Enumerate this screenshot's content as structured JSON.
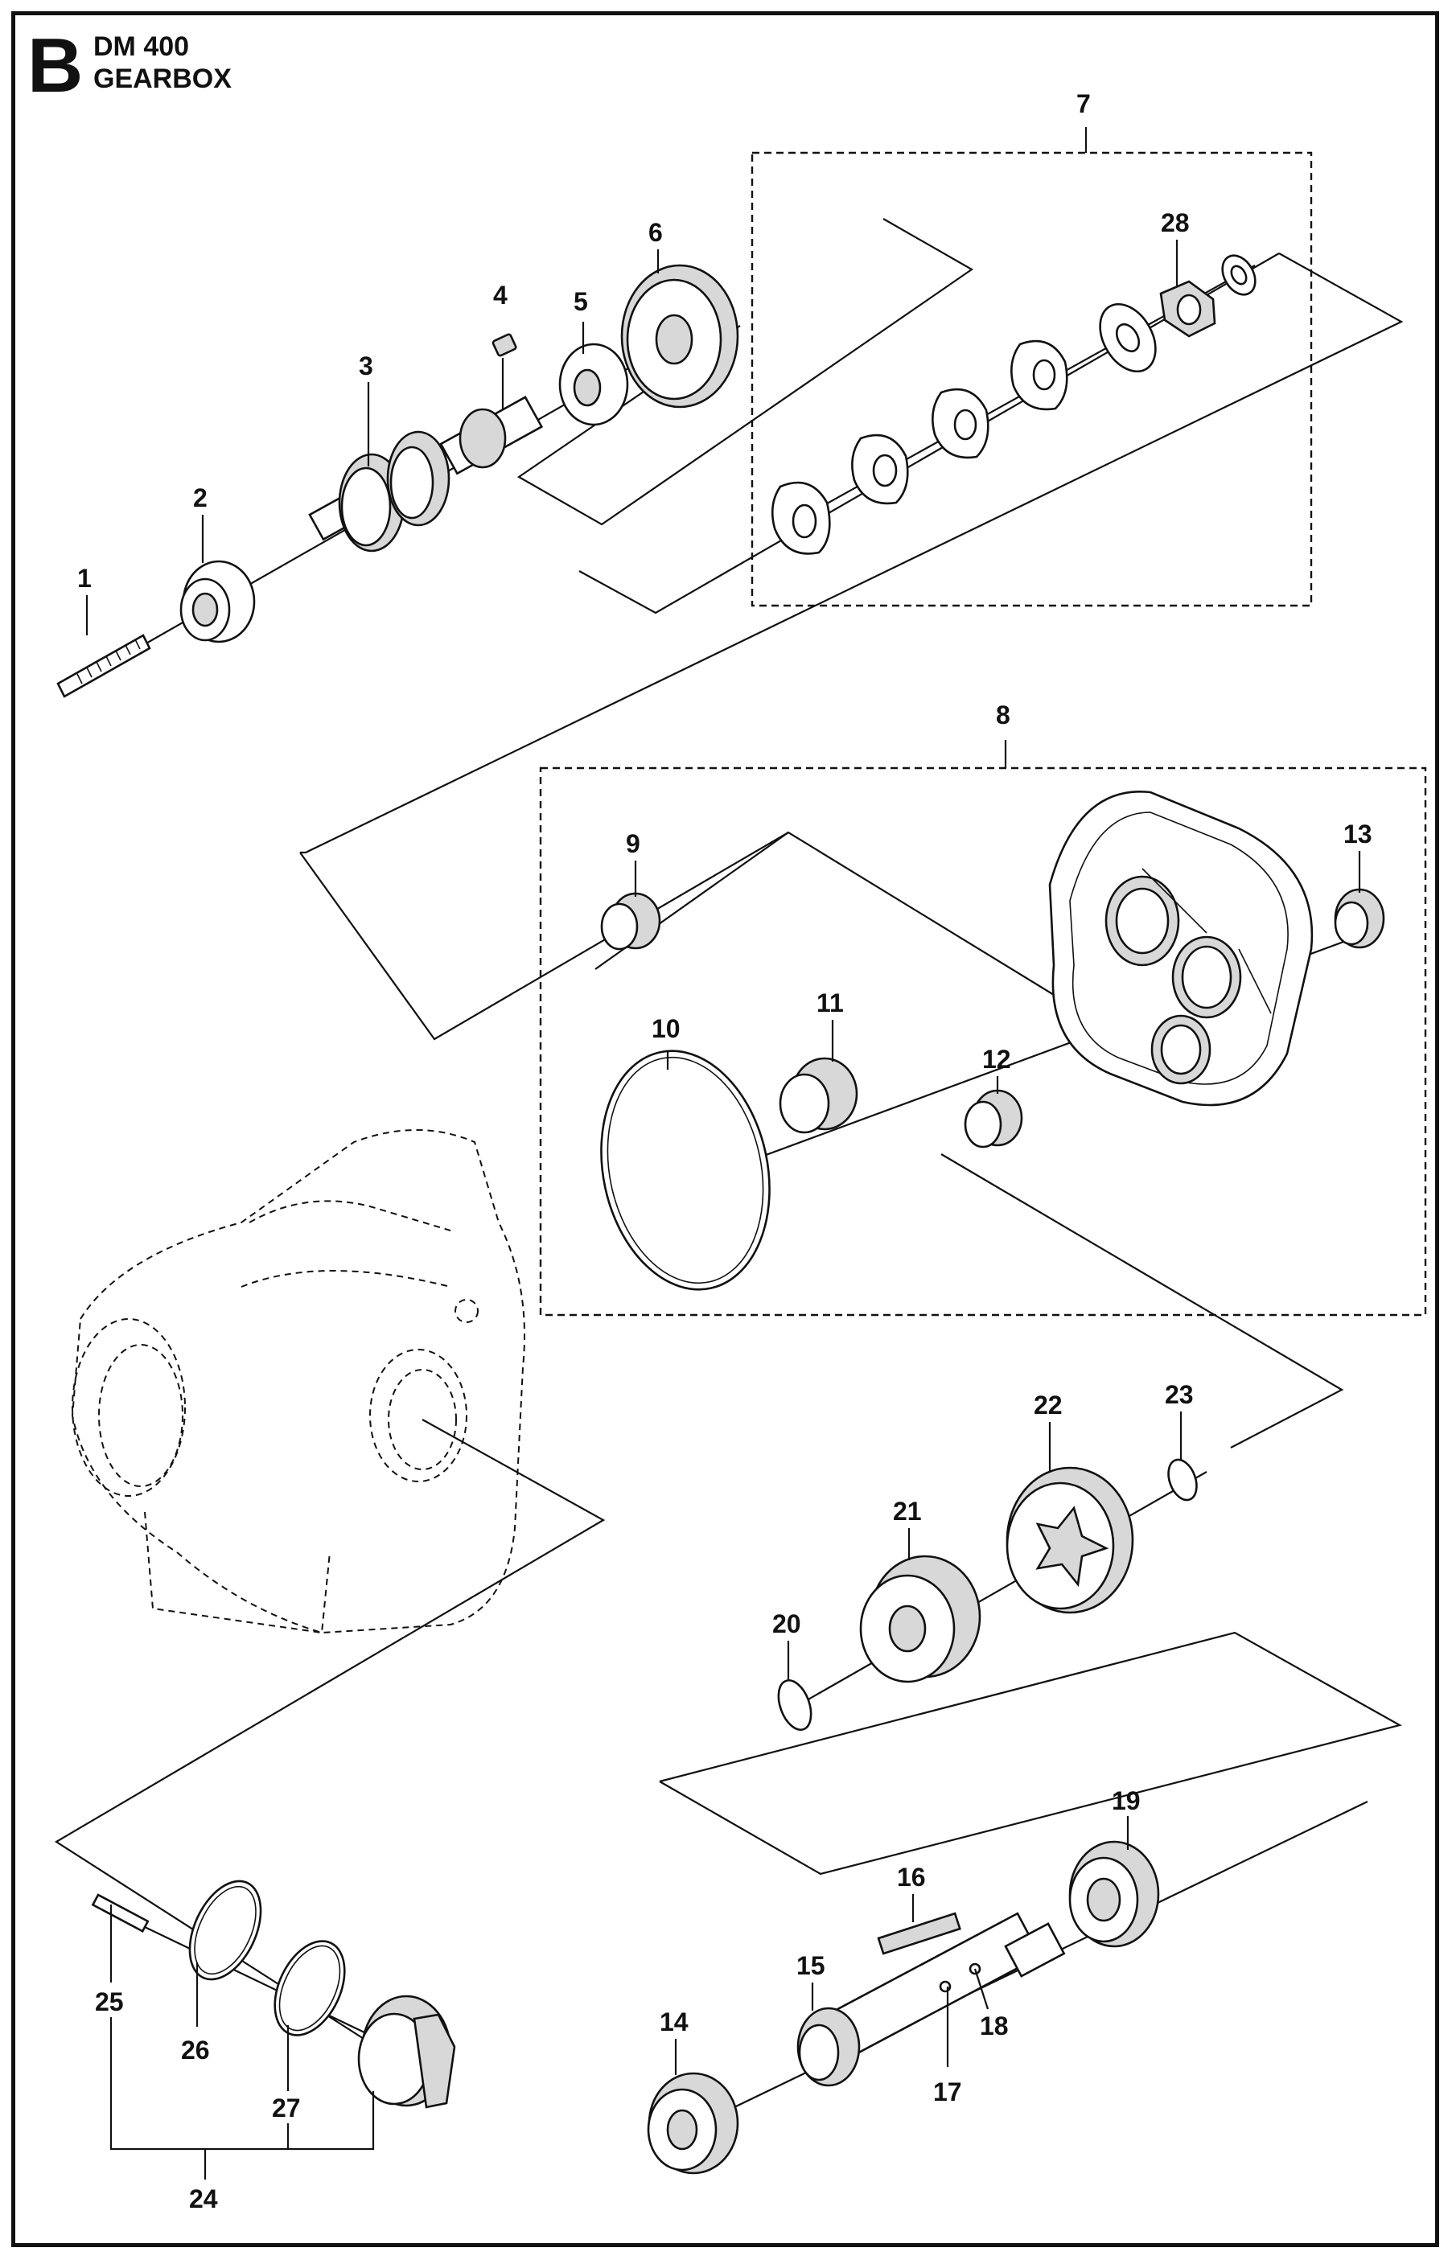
{
  "header": {
    "section": "B",
    "model": "DM 400",
    "title": "GEARBOX"
  },
  "callouts": {
    "c1": "1",
    "c2": "2",
    "c3": "3",
    "c4": "4",
    "c5": "5",
    "c6": "6",
    "c7": "7",
    "c8": "8",
    "c9": "9",
    "c10": "10",
    "c11": "11",
    "c12": "12",
    "c13": "13",
    "c14": "14",
    "c15": "15",
    "c16": "16",
    "c17": "17",
    "c18": "18",
    "c19": "19",
    "c20": "20",
    "c21": "21",
    "c22": "22",
    "c23": "23",
    "c24": "24",
    "c25": "25",
    "c26": "26",
    "c27": "27",
    "c28": "28"
  },
  "colors": {
    "ink": "#111111",
    "paper": "#ffffff",
    "shade": "#d8d8d8"
  }
}
